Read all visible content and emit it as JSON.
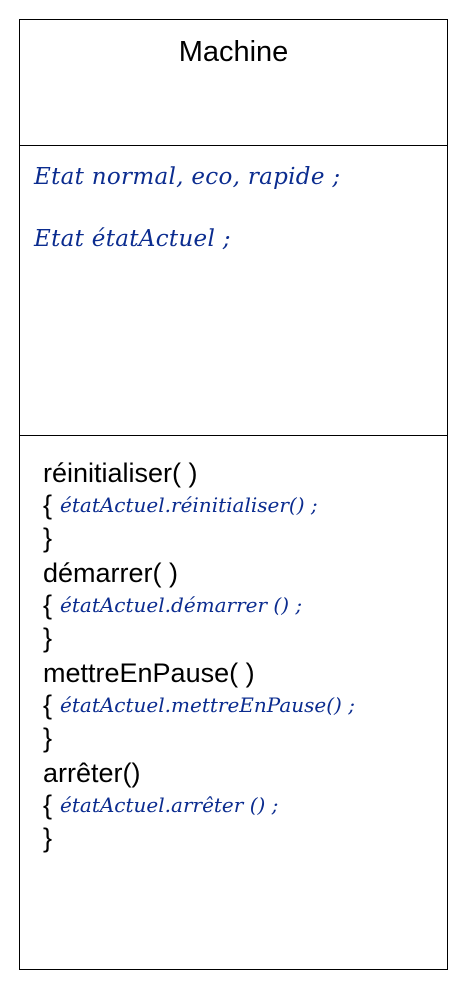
{
  "class": {
    "name": "Machine"
  },
  "attributes": [
    "Etat normal, eco, rapide ;",
    "Etat étatActuel ;"
  ],
  "methods": [
    {
      "signature": "réinitialiser( )",
      "body": "étatActuel.réinitialiser() ;"
    },
    {
      "signature": "démarrer( )",
      "body": "étatActuel.démarrer () ;"
    },
    {
      "signature": "mettreEnPause( )",
      "body": "étatActuel.mettreEnPause() ;"
    },
    {
      "signature": "arrêter()",
      "body": "étatActuel.arrêter () ;"
    }
  ],
  "symbols": {
    "open_brace": "{",
    "close_brace": "}"
  },
  "colors": {
    "ink": "#0b2c8f",
    "border": "#000000"
  }
}
